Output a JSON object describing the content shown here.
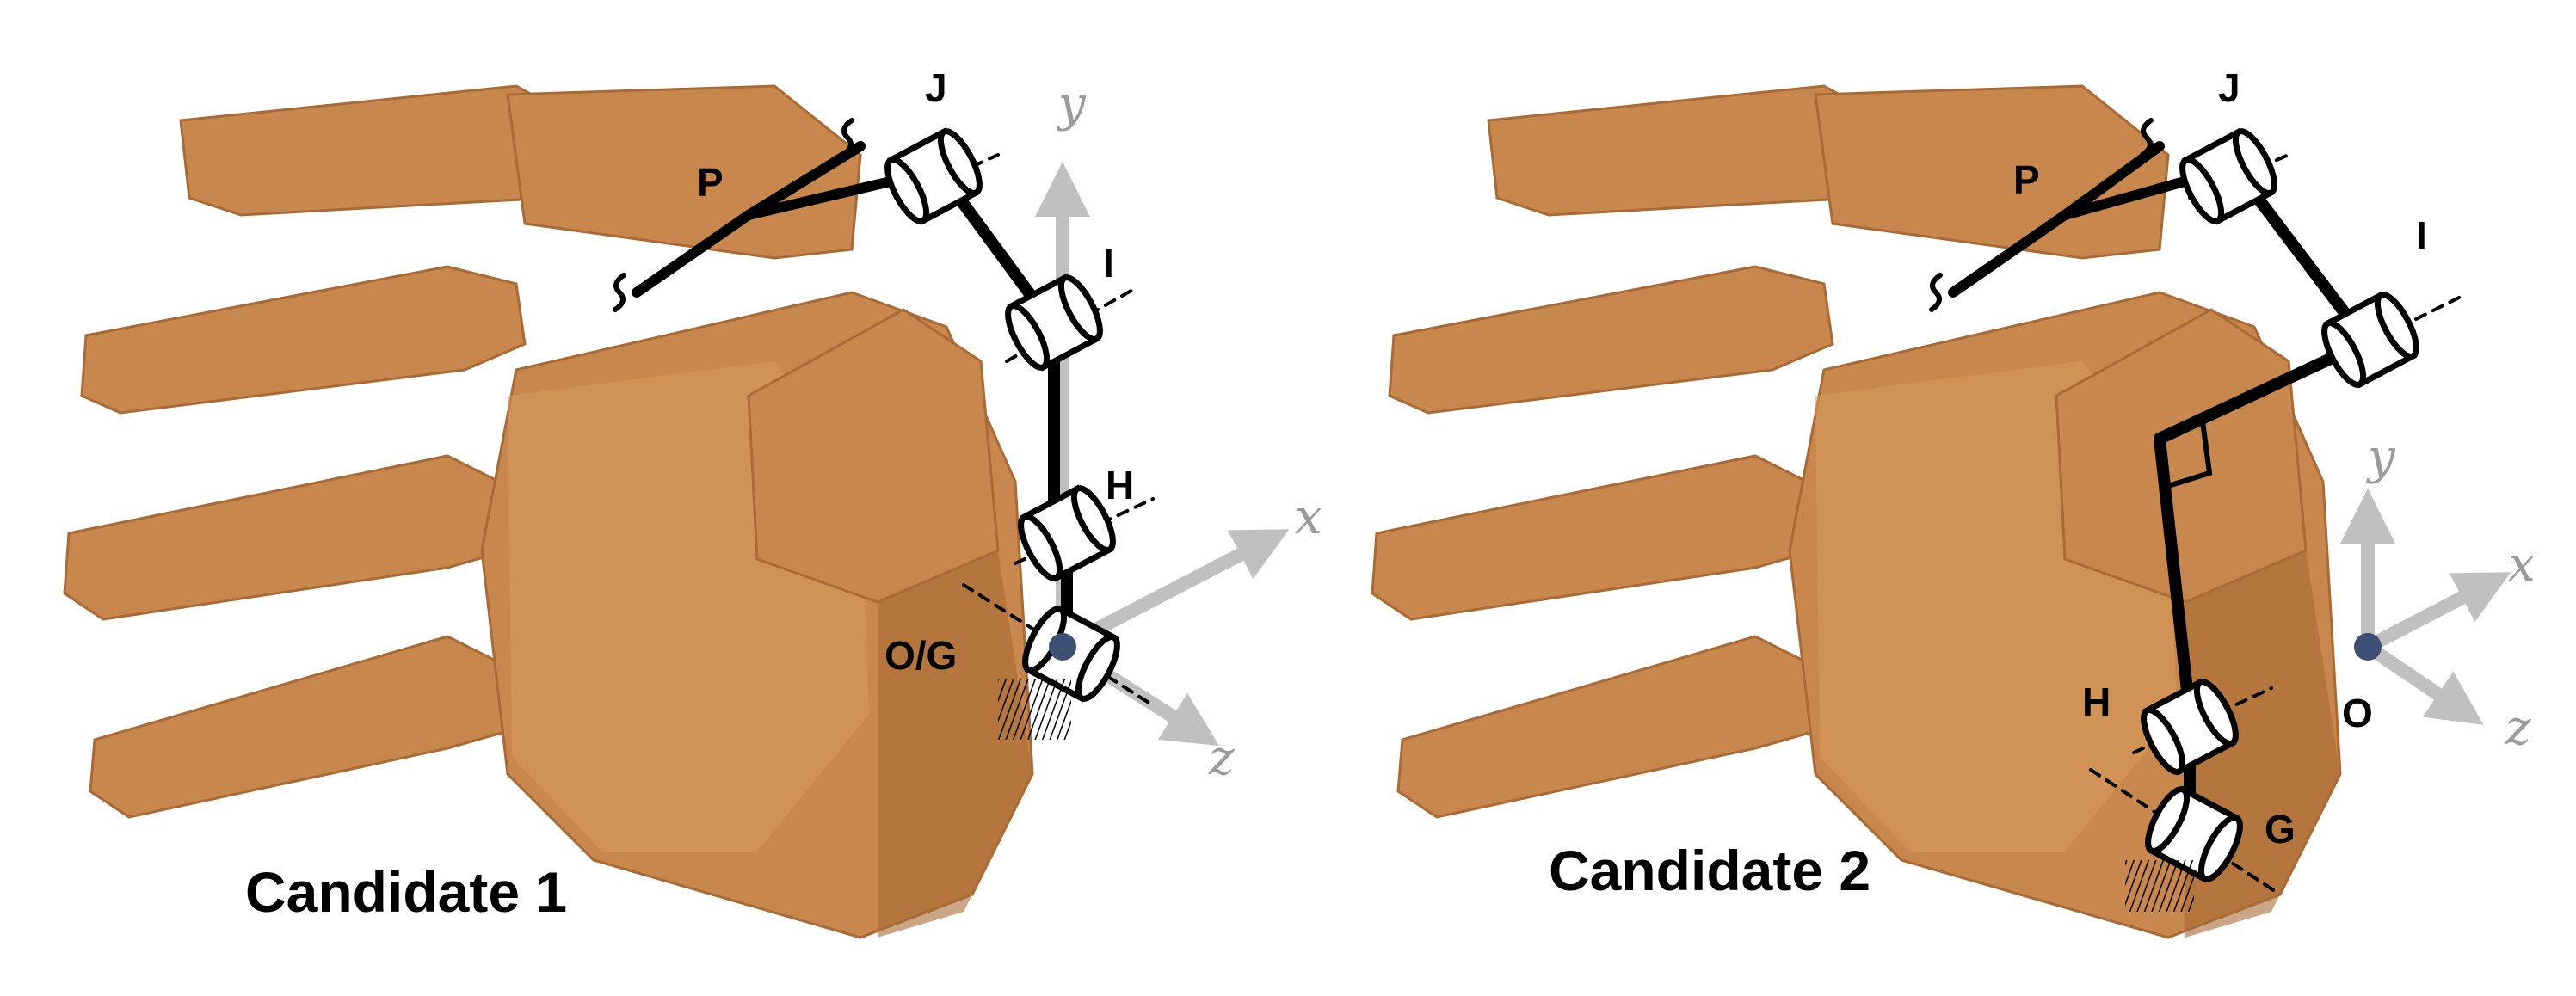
{
  "colors": {
    "hand_fill": "#c8874d",
    "hand_shade": "#a96a35",
    "hand_light": "#d89a5e",
    "linkage": "#000000",
    "axis_gray": "#c0c0c0",
    "origin_dot": "#3d4f73"
  },
  "panel1": {
    "caption": "Candidate 1",
    "joints": {
      "j": "J",
      "p": "P",
      "i": "I",
      "h": "H",
      "og": "O/G"
    },
    "axes": {
      "x": "x",
      "y": "y",
      "z": "z"
    }
  },
  "panel2": {
    "caption": "Candidate 2",
    "joints": {
      "j": "J",
      "p": "P",
      "i": "I",
      "h": "H",
      "o": "O",
      "g": "G"
    },
    "axes": {
      "x": "x",
      "y": "y",
      "z": "z"
    }
  }
}
